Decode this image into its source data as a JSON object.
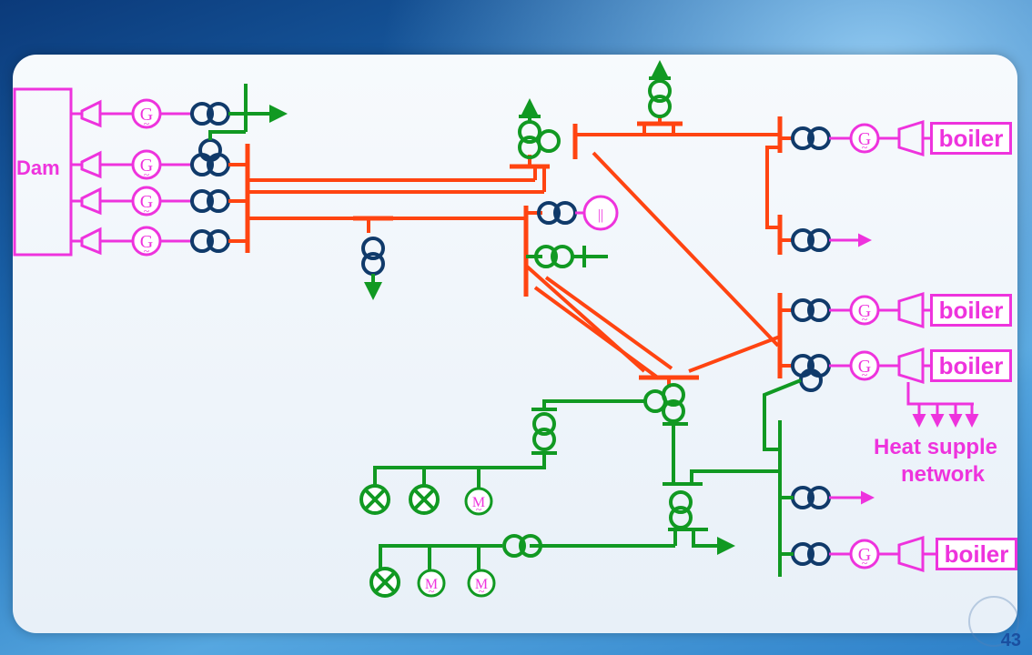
{
  "labels": {
    "dam": "Dam",
    "boiler": "boiler",
    "heat_network": [
      "Heat supple",
      "network"
    ],
    "generator": "G",
    "motor": "M",
    "tilde": "~",
    "page_number": "43"
  },
  "colors": {
    "hydro": "#ee33dd",
    "transmission": "#ff4411",
    "distribution": "#119922",
    "transformer": "#103a6a"
  }
}
